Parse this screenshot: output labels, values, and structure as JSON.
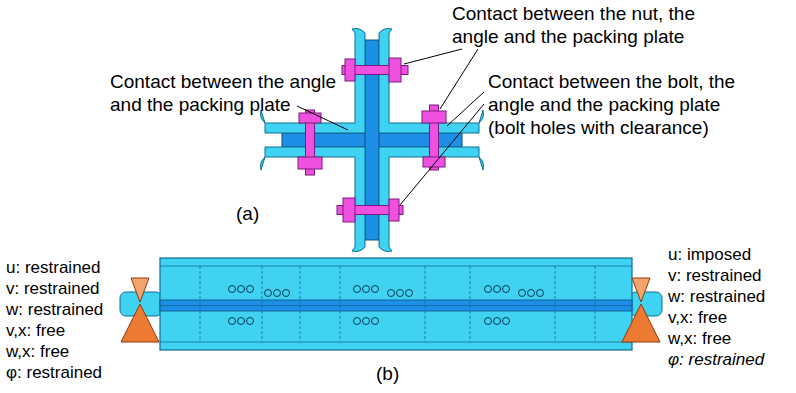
{
  "diagram": {
    "labels": [
      "Contact between the nut, the angle and the packing plate",
      "Contact between the angle and the packing plate",
      "Contact between the bolt, the angle and the packing plate (bolt holes with clearance)",
      "(a)",
      "u: restrained",
      "v: restrained",
      "w: restrained",
      "v,x: free",
      "w,x: free",
      "φ: restrained",
      "u: imposed",
      "v: restrained",
      "w: restrained",
      "v,x: free",
      "w,x: free",
      "φ: restrained",
      "(b)"
    ]
  }
}
